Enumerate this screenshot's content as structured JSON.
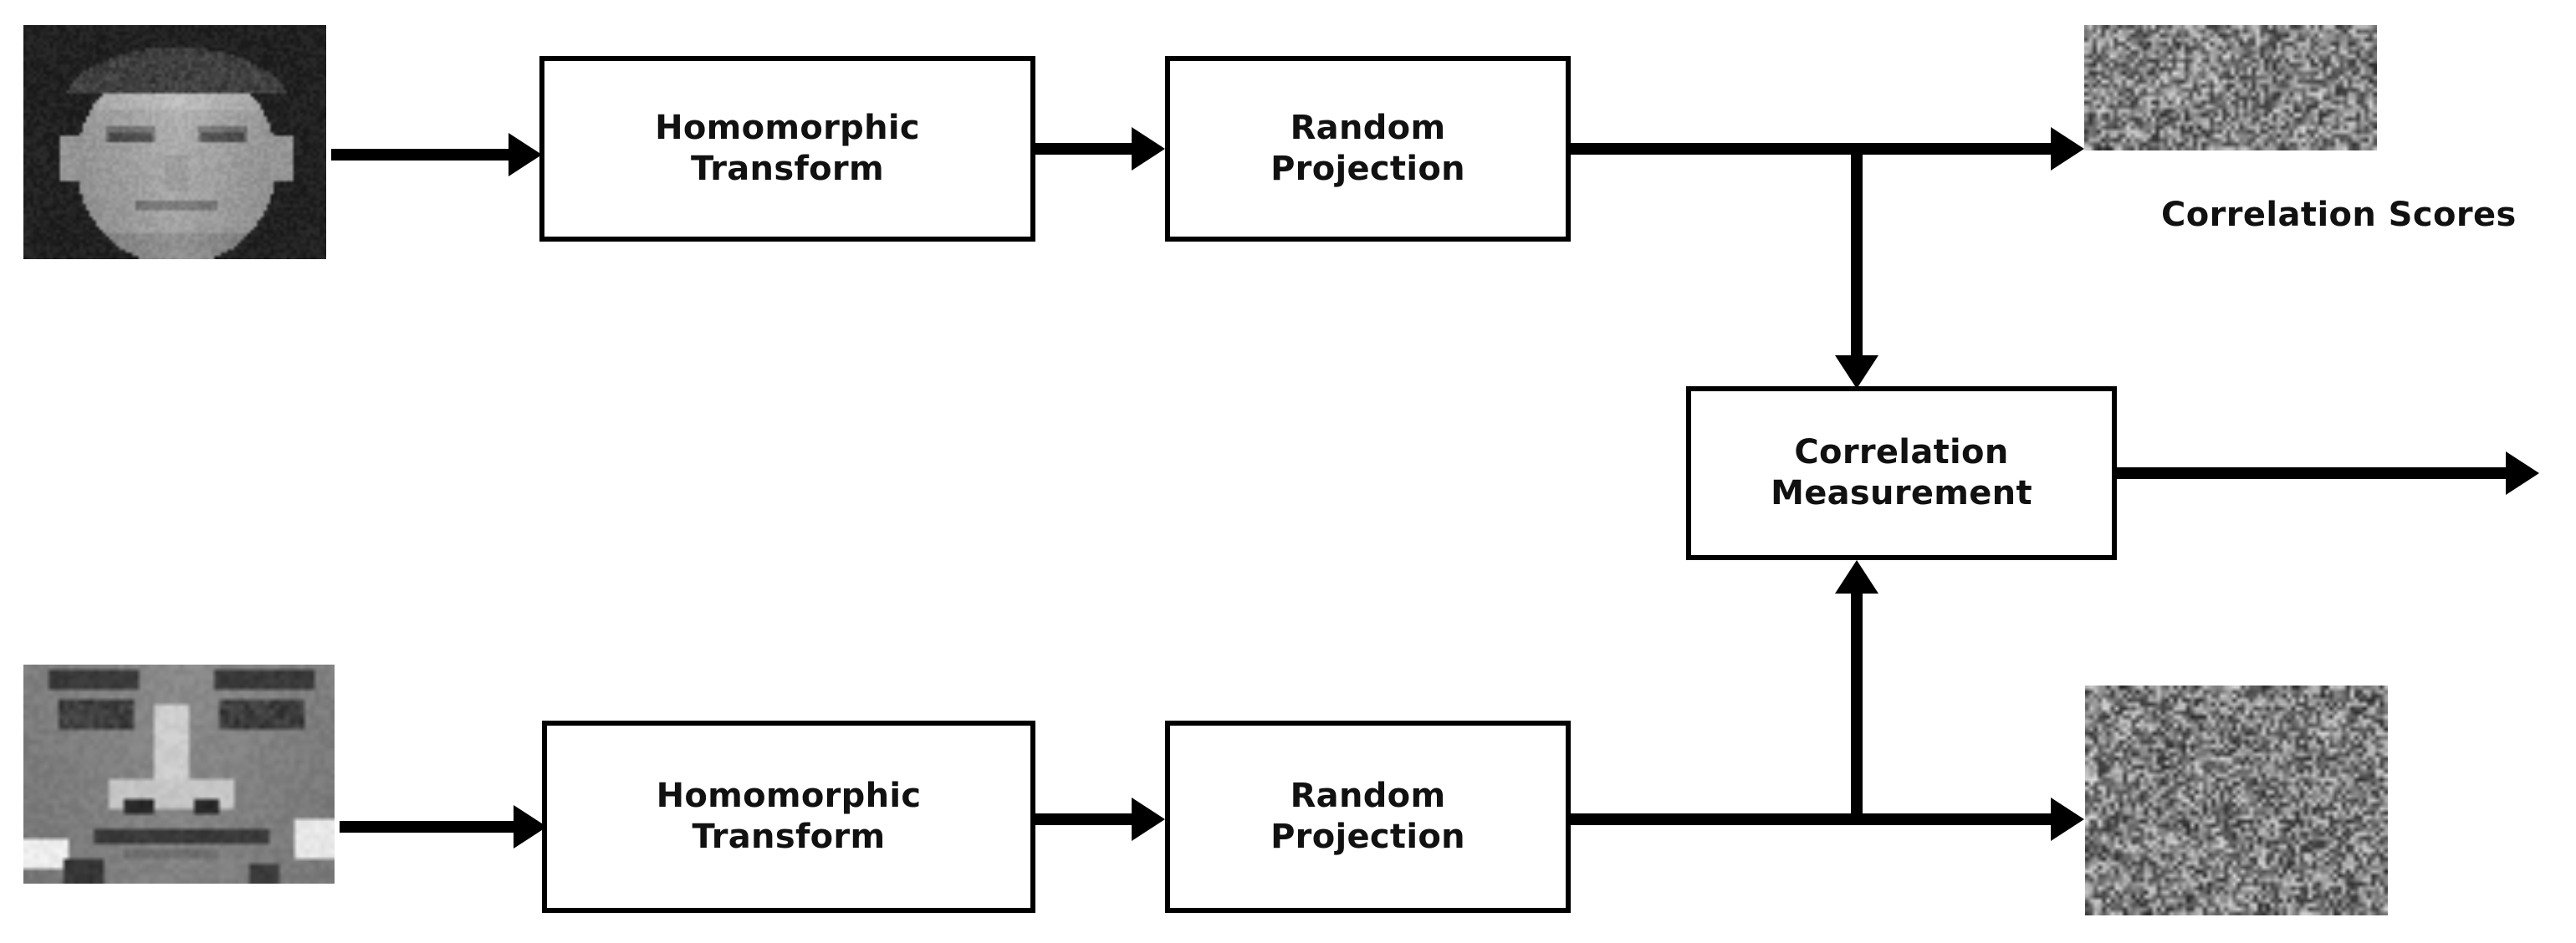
{
  "figure": {
    "kind": "block-diagram",
    "background_color": "#ffffff",
    "line_color": "#000000",
    "text_color": "#111111"
  },
  "blocks": {
    "top_homomorphic": {
      "line1": "Homomorphic",
      "line2": "Transform"
    },
    "top_projection": {
      "line1": "Random",
      "line2": "Projection"
    },
    "bottom_homomorphic": {
      "line1": "Homomorphic",
      "line2": "Transform"
    },
    "bottom_projection": {
      "line1": "Random",
      "line2": "Projection"
    },
    "correlation": {
      "line1": "Correlation",
      "line2": "Measurement"
    }
  },
  "labels": {
    "correlation_scores": "Correlation Scores"
  },
  "images": {
    "top_face": {
      "name": "probe-face-image",
      "style": "grayscale-frontal-face"
    },
    "bottom_face": {
      "name": "gallery-face-image",
      "style": "grayscale-cropped-face"
    },
    "top_noise": {
      "name": "top-projected-noise-image",
      "style": "grayscale-random-noise"
    },
    "bottom_noise": {
      "name": "bottom-projected-noise-image",
      "style": "grayscale-random-noise"
    }
  },
  "connectors": [
    {
      "name": "face-to-homomorphic-top",
      "from": "top_face",
      "to": "top_homomorphic",
      "direction": "right"
    },
    {
      "name": "homomorphic-to-projection-top",
      "from": "top_homomorphic",
      "to": "top_projection",
      "direction": "right"
    },
    {
      "name": "projection-to-noise-top",
      "from": "top_projection",
      "to": "top_noise",
      "direction": "right"
    },
    {
      "name": "projection-to-correlation-top",
      "from": "top_projection",
      "to": "correlation",
      "direction": "down"
    },
    {
      "name": "face-to-homomorphic-bottom",
      "from": "bottom_face",
      "to": "bottom_homomorphic",
      "direction": "right"
    },
    {
      "name": "homomorphic-to-projection-bottom",
      "from": "bottom_homomorphic",
      "to": "bottom_projection",
      "direction": "right"
    },
    {
      "name": "projection-to-noise-bottom",
      "from": "bottom_projection",
      "to": "bottom_noise",
      "direction": "right"
    },
    {
      "name": "projection-to-correlation-bottom",
      "from": "bottom_projection",
      "to": "correlation",
      "direction": "up"
    },
    {
      "name": "correlation-to-scores",
      "from": "correlation",
      "to": "correlation_scores",
      "direction": "right"
    }
  ]
}
